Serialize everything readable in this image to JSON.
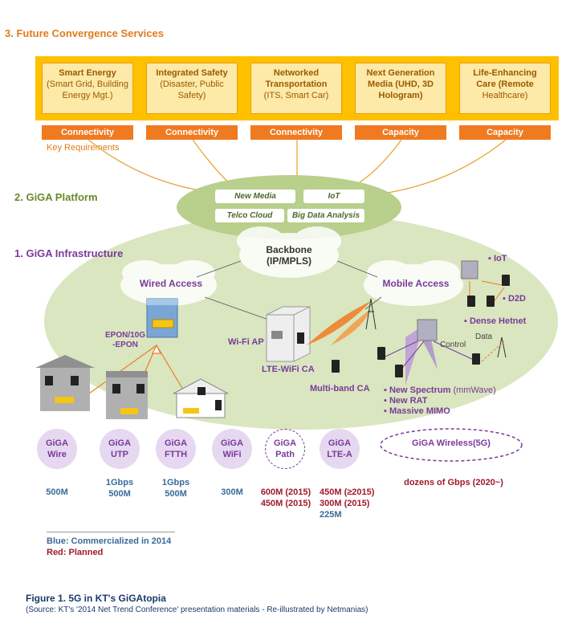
{
  "section3": "3. Future Convergence Services",
  "section2": "2. GiGA Platform",
  "section1": "1. GiGA Infrastructure",
  "services": [
    {
      "l1": "Smart Energy",
      "l2": "(Smart Grid, Building",
      "l3": "Energy Mgt.)"
    },
    {
      "l1": "Integrated Safety",
      "l2": "(Disaster, Public",
      "l3": "Safety)"
    },
    {
      "l1": "Networked",
      "l2": "Transportation",
      "l3": "(ITS, Smart Car)"
    },
    {
      "l1": "Next Generation",
      "l2": "Media (UHD, 3D",
      "l3": "Hologram)"
    },
    {
      "l1": "Life-Enhancing",
      "l2": "Care (Remote",
      "l3": "Healthcare)"
    }
  ],
  "requirements": [
    "Connectivity",
    "Connectivity",
    "Connectivity",
    "Capacity",
    "Capacity"
  ],
  "key_requirements": "Key Requirements",
  "platform": [
    "New Media",
    "IoT",
    "Telco Cloud",
    "Big Data Analysis"
  ],
  "infra": {
    "backbone1": "Backbone",
    "backbone2": "(IP/MPLS)",
    "wired": "Wired Access",
    "mobile": "Mobile Access",
    "epon1": "EPON/10G",
    "epon2": "-EPON",
    "wifiap": "Wi-Fi AP",
    "ltewifi": "LTE-WiFi CA",
    "multiband": "Multi-band CA",
    "iot": "IoT",
    "d2d": "D2D",
    "dense": "Dense Hetnet",
    "data": "Data",
    "control": "Control",
    "newspec": "New Spectrum",
    "mmwave": "(mmWave)",
    "newrat": "New RAT",
    "mimo": "Massive MIMO"
  },
  "tech": [
    {
      "l1": "GiGA",
      "l2": "Wire"
    },
    {
      "l1": "GiGA",
      "l2": "UTP"
    },
    {
      "l1": "GiGA",
      "l2": "FTTH"
    },
    {
      "l1": "GiGA",
      "l2": "WiFi"
    },
    {
      "l1": "GiGA",
      "l2": "Path"
    },
    {
      "l1": "GiGA",
      "l2": "LTE-A"
    }
  ],
  "wireless5g": "GiGA Wireless(5G)",
  "speeds": {
    "wire": "500M",
    "utp1": "1Gbps",
    "utp2": "500M",
    "ftth1": "1Gbps",
    "ftth2": "500M",
    "wifi": "300M",
    "path1": "600M (2015)",
    "path2": "450M (2015)",
    "lte1": "450M (≥2015)",
    "lte2": "300M (2015)",
    "lte3": "225M",
    "g5": "dozens of Gbps (2020~)"
  },
  "legend": {
    "blue": "Blue: Commercialized in 2014",
    "red": "Red: Planned"
  },
  "caption": "Figure 1. 5G in KT's GiGAtopia",
  "source": "(Source: KT's '2014 Net Trend Conference' presentation materials - Re-illustrated by Netmanias)",
  "colors": {
    "orange": "#f07a20",
    "yellow": "#ffc000",
    "green": "#c6d9a0",
    "purple": "#7a3a9a",
    "blue": "#3a6a9a",
    "red": "#a01a2a"
  }
}
